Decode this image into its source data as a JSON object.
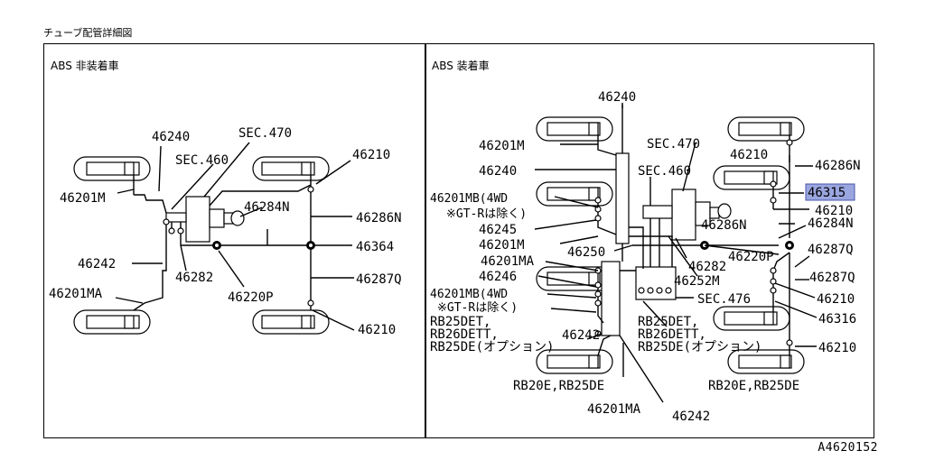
{
  "page": {
    "title": "チューブ配管詳細図",
    "doc_id": "A4620152"
  },
  "left_panel": {
    "title": "ABS 非装着車",
    "labels": {
      "l_46240": "46240",
      "l_sec470": "SEC.470",
      "l_sec460": "SEC.460",
      "l_46210_top": "46210",
      "l_46201M": "46201M",
      "l_46284N": "46284N",
      "l_46286N": "46286N",
      "l_46364": "46364",
      "l_46242": "46242",
      "l_46287Q": "46287Q",
      "l_46282": "46282",
      "l_46201MA": "46201MA",
      "l_46220P": "46220P",
      "l_46210_bot": "46210"
    }
  },
  "right_panel": {
    "title": "ABS 装着車",
    "labels": {
      "r_46240_top": "46240",
      "r_46201M_top": "46201M",
      "r_46240_mid": "46240",
      "r_46201MB_4wd": "46201MB(4WD",
      "r_gtr_excl_1": "※GT-Rは除く)",
      "r_46245": "46245",
      "r_46201M_mid": "46201M",
      "r_46250": "46250",
      "r_46201MA_a": "46201MA",
      "r_46246": "46246",
      "r_46201MB_4wd_2": "46201MB(4WD",
      "r_gtr_excl_2": "※GT-Rは除く)",
      "r_rb25det_l": "RB25DET,",
      "r_rb26dett_l": "RB26DETT,",
      "r_rb25de_opt_l": "RB25DE(オプション)",
      "r_46242_l": "46242",
      "r_rb20e_l": "RB20E,RB25DE",
      "r_46201MA_b": "46201MA",
      "r_46242_b": "46242",
      "r_sec470": "SEC.470",
      "r_46210_a": "46210",
      "r_sec460": "SEC.460",
      "r_46286N_a": "46286N",
      "r_46315": "46315",
      "r_46210_b": "46210",
      "r_46286N_b": "46286N",
      "r_46284N": "46284N",
      "r_46220P": "46220P",
      "r_46287Q_a": "46287Q",
      "r_46282": "46282",
      "r_46252M": "46252M",
      "r_46287Q_b": "46287Q",
      "r_sec476": "SEC.476",
      "r_46210_c": "46210",
      "r_rb25det_r": "RB25DET,",
      "r_rb26dett_r": "RB26DETT,",
      "r_rb25de_opt_r": "RB25DE(オプション)",
      "r_46316": "46316",
      "r_46210_d": "46210",
      "r_rb20e_r": "RB20E,RB25DE"
    }
  },
  "colors": {
    "highlight": "#9aa6e0",
    "line": "#000000"
  }
}
